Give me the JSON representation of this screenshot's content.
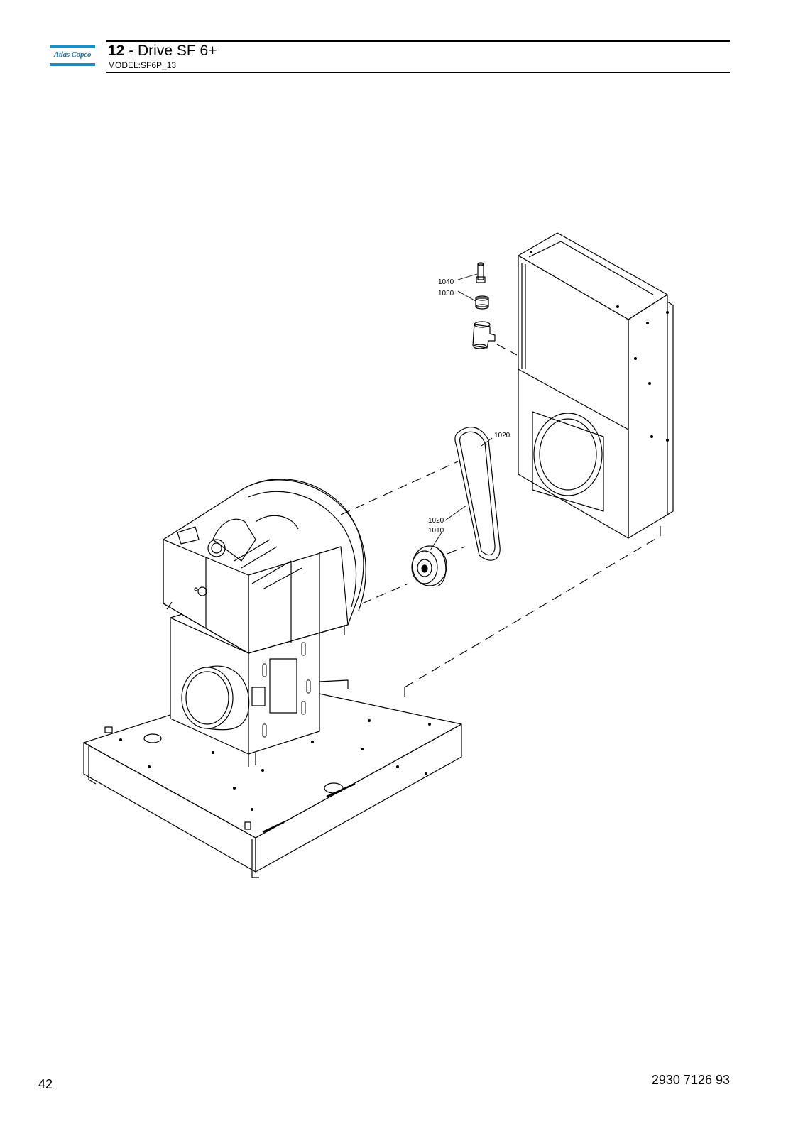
{
  "header": {
    "logo_text": "Atlas Copco",
    "section_number": "12",
    "section_title": " - Drive SF 6+",
    "model": "MODEL:SF6P_13"
  },
  "callouts": [
    {
      "id": "c1040",
      "label": "1040"
    },
    {
      "id": "c1030",
      "label": "1030"
    },
    {
      "id": "c1020a",
      "label": "1020"
    },
    {
      "id": "c1020b",
      "label": "1020"
    },
    {
      "id": "c1010",
      "label": "1010"
    }
  ],
  "footer": {
    "page_number": "42",
    "document_number": "2930 7126 93"
  },
  "colors": {
    "brand_blue": "#1a8fc7",
    "line": "#000000"
  }
}
